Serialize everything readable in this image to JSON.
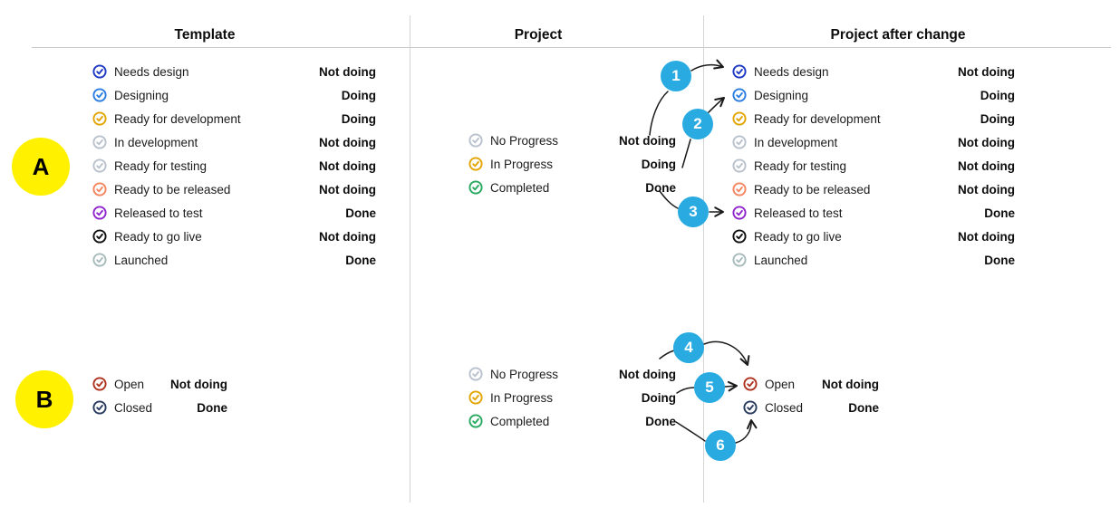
{
  "colors": {
    "badge_blue": "#29ABE2",
    "marker_yellow": "#FFF100",
    "arrow": "#1a1a1a",
    "divider": "#d4d4d4"
  },
  "header": {
    "columns": [
      {
        "label": "Template"
      },
      {
        "label": "Project"
      },
      {
        "label": "Project after change"
      }
    ]
  },
  "markers": [
    {
      "label": "A"
    },
    {
      "label": "B"
    }
  ],
  "badges": [
    {
      "label": "1"
    },
    {
      "label": "2"
    },
    {
      "label": "3"
    },
    {
      "label": "4"
    },
    {
      "label": "5"
    },
    {
      "label": "6"
    }
  ],
  "sectionA": {
    "template": [
      {
        "label": "Needs design",
        "value": "Not doing",
        "color": "#1D39C4"
      },
      {
        "label": "Designing",
        "value": "Doing",
        "color": "#2B7DE1"
      },
      {
        "label": "Ready for development",
        "value": "Doing",
        "color": "#E2A400"
      },
      {
        "label": "In development",
        "value": "Not doing",
        "color": "#B8C1CC"
      },
      {
        "label": "Ready for testing",
        "value": "Not doing",
        "color": "#B8C1CC"
      },
      {
        "label": "Ready to be released",
        "value": "Not doing",
        "color": "#F5855F"
      },
      {
        "label": "Released to test",
        "value": "Done",
        "color": "#9025CE"
      },
      {
        "label": "Ready to go live",
        "value": "Not doing",
        "color": "#111111"
      },
      {
        "label": "Launched",
        "value": "Done",
        "color": "#A7BABA"
      }
    ],
    "project": [
      {
        "label": "No Progress",
        "value": "Not doing",
        "color": "#B8C1CC"
      },
      {
        "label": "In Progress",
        "value": "Doing",
        "color": "#E2A400"
      },
      {
        "label": "Completed",
        "value": "Done",
        "color": "#27A95F"
      }
    ],
    "after": [
      {
        "label": "Needs design",
        "value": "Not doing",
        "color": "#1D39C4"
      },
      {
        "label": "Designing",
        "value": "Doing",
        "color": "#2B7DE1"
      },
      {
        "label": "Ready for development",
        "value": "Doing",
        "color": "#E2A400"
      },
      {
        "label": "In development",
        "value": "Not doing",
        "color": "#B8C1CC"
      },
      {
        "label": "Ready for testing",
        "value": "Not doing",
        "color": "#B8C1CC"
      },
      {
        "label": "Ready to be released",
        "value": "Not doing",
        "color": "#F5855F"
      },
      {
        "label": "Released to test",
        "value": "Done",
        "color": "#9025CE"
      },
      {
        "label": "Ready to go live",
        "value": "Not doing",
        "color": "#111111"
      },
      {
        "label": "Launched",
        "value": "Done",
        "color": "#A7BABA"
      }
    ]
  },
  "sectionB": {
    "template": [
      {
        "label": "Open",
        "value": "Not doing",
        "color": "#AF321E"
      },
      {
        "label": "Closed",
        "value": "Done",
        "color": "#283A5E"
      }
    ],
    "project": [
      {
        "label": "No Progress",
        "value": "Not doing",
        "color": "#B8C1CC"
      },
      {
        "label": "In Progress",
        "value": "Doing",
        "color": "#E2A400"
      },
      {
        "label": "Completed",
        "value": "Done",
        "color": "#27A95F"
      }
    ],
    "after": [
      {
        "label": "Open",
        "value": "Not doing",
        "color": "#AF321E"
      },
      {
        "label": "Closed",
        "value": "Done",
        "color": "#283A5E"
      }
    ]
  }
}
